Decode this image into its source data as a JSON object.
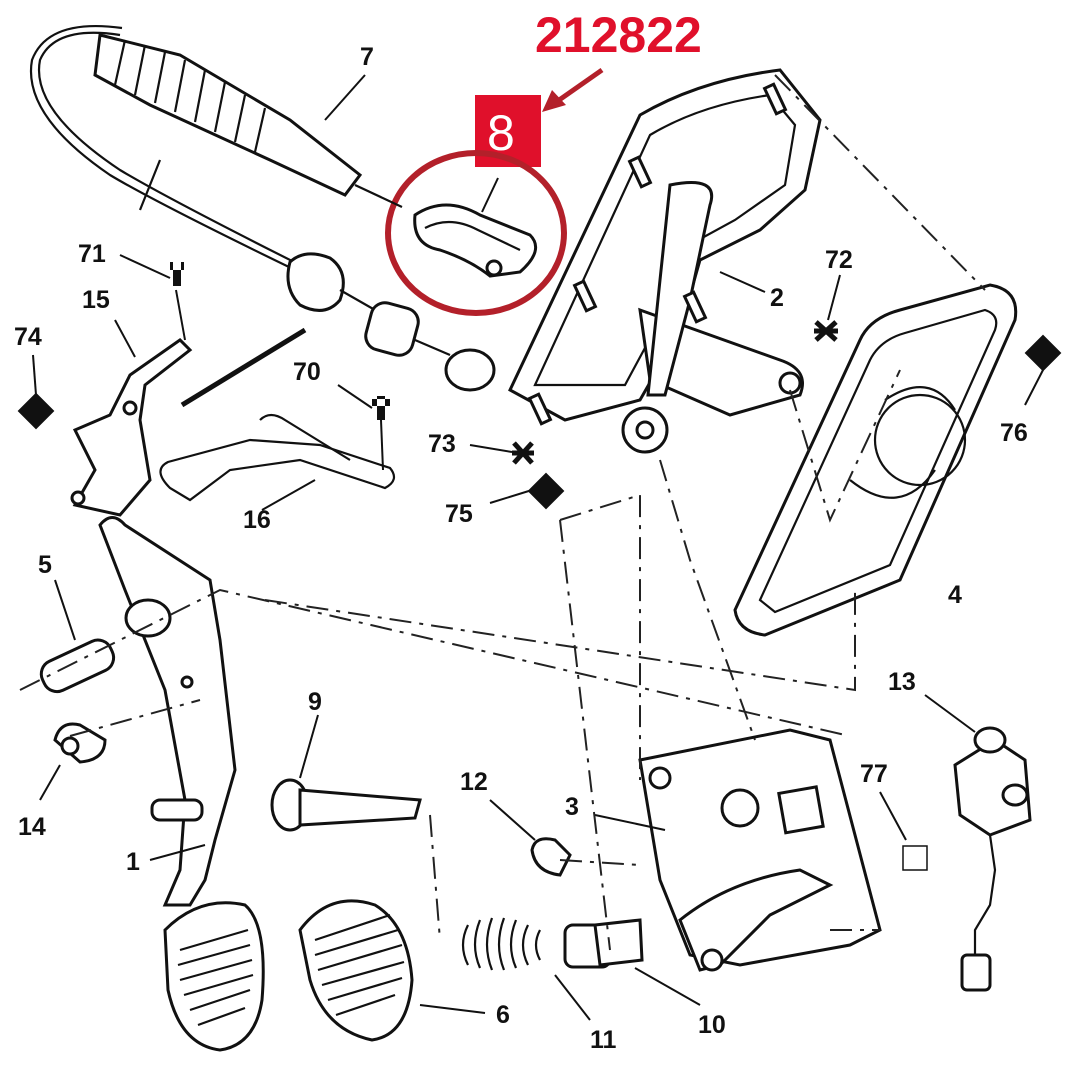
{
  "part_number": "212822",
  "highlight_badge": "8",
  "colors": {
    "accent_red": "#e0102b",
    "circle_red": "#b3202a",
    "ink": "#111111"
  },
  "callouts": {
    "c1": "1",
    "c2": "2",
    "c3": "3",
    "c4": "4",
    "c5": "5",
    "c6": "6",
    "c7": "7",
    "c9": "9",
    "c10": "10",
    "c11": "11",
    "c12": "12",
    "c13": "13",
    "c14": "14",
    "c15": "15",
    "c16": "16",
    "c70": "70",
    "c71": "71",
    "c72": "72",
    "c73": "73",
    "c74": "74",
    "c75": "75",
    "c76": "76",
    "c77": "77"
  },
  "legend_markers": {
    "m70": "plus-marker",
    "m71": "plus-marker",
    "m72": "star-marker",
    "m73": "star-marker",
    "m74": "filled-square-marker",
    "m75": "filled-square-marker",
    "m76": "filled-square-marker",
    "m77": "open-square-marker"
  }
}
